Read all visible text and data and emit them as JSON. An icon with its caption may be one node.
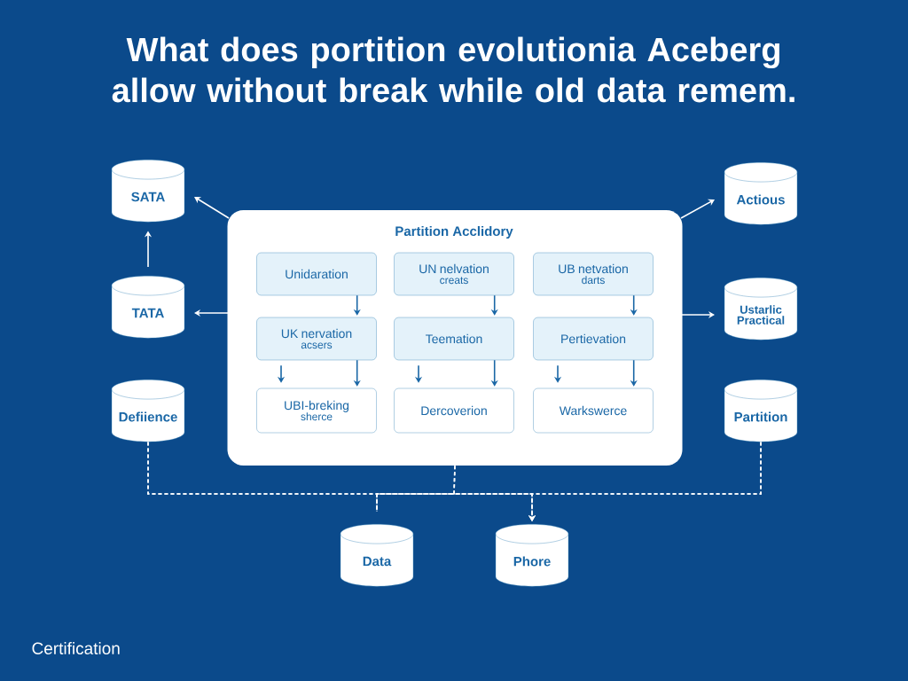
{
  "diagram": {
    "title": "What does portition evolutionia Aceberg allow without break while old data remem.",
    "nodes": [
      {
        "text": [
          "SATA"
        ]
      },
      {
        "text": [
          "TATA"
        ]
      },
      {
        "text": [
          "Defiience"
        ]
      },
      {
        "text": [
          "Actious"
        ]
      },
      {
        "text": [
          "Ustarlic Practical"
        ]
      },
      {
        "text": [
          "Partition"
        ]
      },
      {
        "text": [
          "Partition Acclidory"
        ]
      },
      {
        "text": [
          "Unidaration"
        ],
        "in": 6
      },
      {
        "text": [
          "UN nelvation",
          "creats"
        ],
        "in": 6
      },
      {
        "text": [
          "UB netvation",
          "darts"
        ],
        "in": 6
      },
      {
        "text": [
          "UK nervation",
          "acsers"
        ],
        "in": 6
      },
      {
        "text": [
          "Teemation"
        ],
        "in": 6
      },
      {
        "text": [
          "Pertievation"
        ],
        "in": 6
      },
      {
        "text": [
          "UBI-breking",
          "sherce"
        ],
        "in": 6
      },
      {
        "text": [
          "Dercoverion"
        ],
        "in": 6
      },
      {
        "text": [
          "Warkswerce"
        ],
        "in": 6
      },
      {
        "text": [
          "Data"
        ]
      },
      {
        "text": [
          "Phore"
        ]
      }
    ],
    "edges": [
      {
        "from": 6,
        "to": 0,
        "arrow": "to"
      },
      {
        "from": 1,
        "to": 0,
        "arrow": "to"
      },
      {
        "from": 6,
        "to": 1,
        "arrow": "to"
      },
      {
        "from": 6,
        "to": 3,
        "arrow": "to"
      },
      {
        "from": 6,
        "to": 4,
        "arrow": "to"
      },
      {
        "from": 7,
        "to": 10,
        "arrow": "to",
        "color": "#1a67a6"
      },
      {
        "from": 8,
        "to": 11,
        "arrow": "to",
        "color": "#1a67a6"
      },
      {
        "from": 9,
        "to": 12,
        "arrow": "to",
        "color": "#1a67a6"
      },
      {
        "from": 10,
        "to": 13,
        "arrow": "to",
        "color": "#1a67a6"
      },
      {
        "from": 10,
        "to": 13,
        "arrow": "to",
        "color": "#1a67a6"
      },
      {
        "from": 11,
        "to": 14,
        "arrow": "to",
        "color": "#1a67a6"
      },
      {
        "from": 11,
        "to": 14,
        "arrow": "to",
        "color": "#1a67a6"
      },
      {
        "from": 12,
        "to": 15,
        "arrow": "to",
        "color": "#1a67a6"
      },
      {
        "from": 12,
        "to": 15,
        "arrow": "to",
        "color": "#1a67a6"
      },
      {
        "from": 2,
        "to": 16,
        "arrow": "none",
        "style": "dashed"
      },
      {
        "from": 6,
        "to": 16,
        "arrow": "none",
        "style": "dashed"
      },
      {
        "from": 5,
        "to": 16,
        "arrow": "none",
        "style": "dashed"
      },
      {
        "from": 2,
        "to": 17,
        "arrow": "to",
        "style": "dashed"
      },
      {
        "from": 6,
        "to": 17,
        "arrow": "to",
        "style": "dashed"
      },
      {
        "from": 5,
        "to": 17,
        "arrow": "to",
        "style": "dashed"
      }
    ],
    "labels": [
      "Certification"
    ]
  }
}
